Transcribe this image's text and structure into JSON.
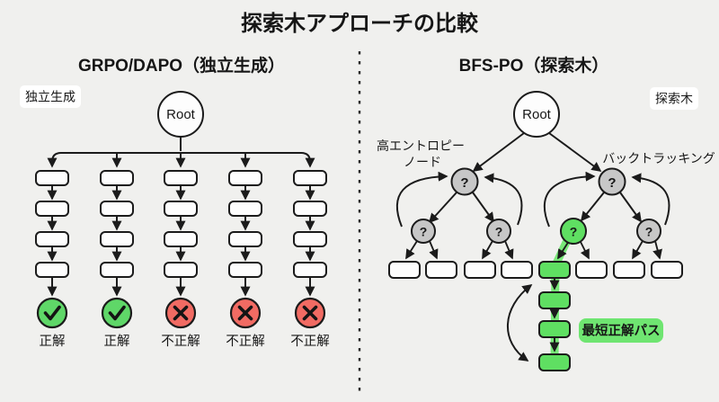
{
  "title": "探索木アプローチの比較",
  "left": {
    "header": "GRPO/DAPO（独立生成）",
    "badge": "独立生成",
    "root_label": "Root",
    "outcomes": [
      {
        "result": "correct",
        "label": "正解"
      },
      {
        "result": "correct",
        "label": "正解"
      },
      {
        "result": "incorrect",
        "label": "不正解"
      },
      {
        "result": "incorrect",
        "label": "不正解"
      },
      {
        "result": "incorrect",
        "label": "不正解"
      }
    ]
  },
  "right": {
    "header": "BFS-PO（探索木）",
    "badge": "探索木",
    "root_label": "Root",
    "node_label": "?",
    "annotations": {
      "high_entropy_line1": "高エントロピー",
      "high_entropy_line2": "ノード",
      "backtracking": "バックトラッキング",
      "shortest_path_badge": "最短正解パス"
    }
  },
  "colors": {
    "background": "#f0f0ee",
    "green": "#5fdf62",
    "green_band": "#79e879",
    "green_badge": "#6fe571",
    "green_circle": "#5fd768",
    "red_circle": "#f16b63",
    "gray_node": "#c7c7c7"
  }
}
